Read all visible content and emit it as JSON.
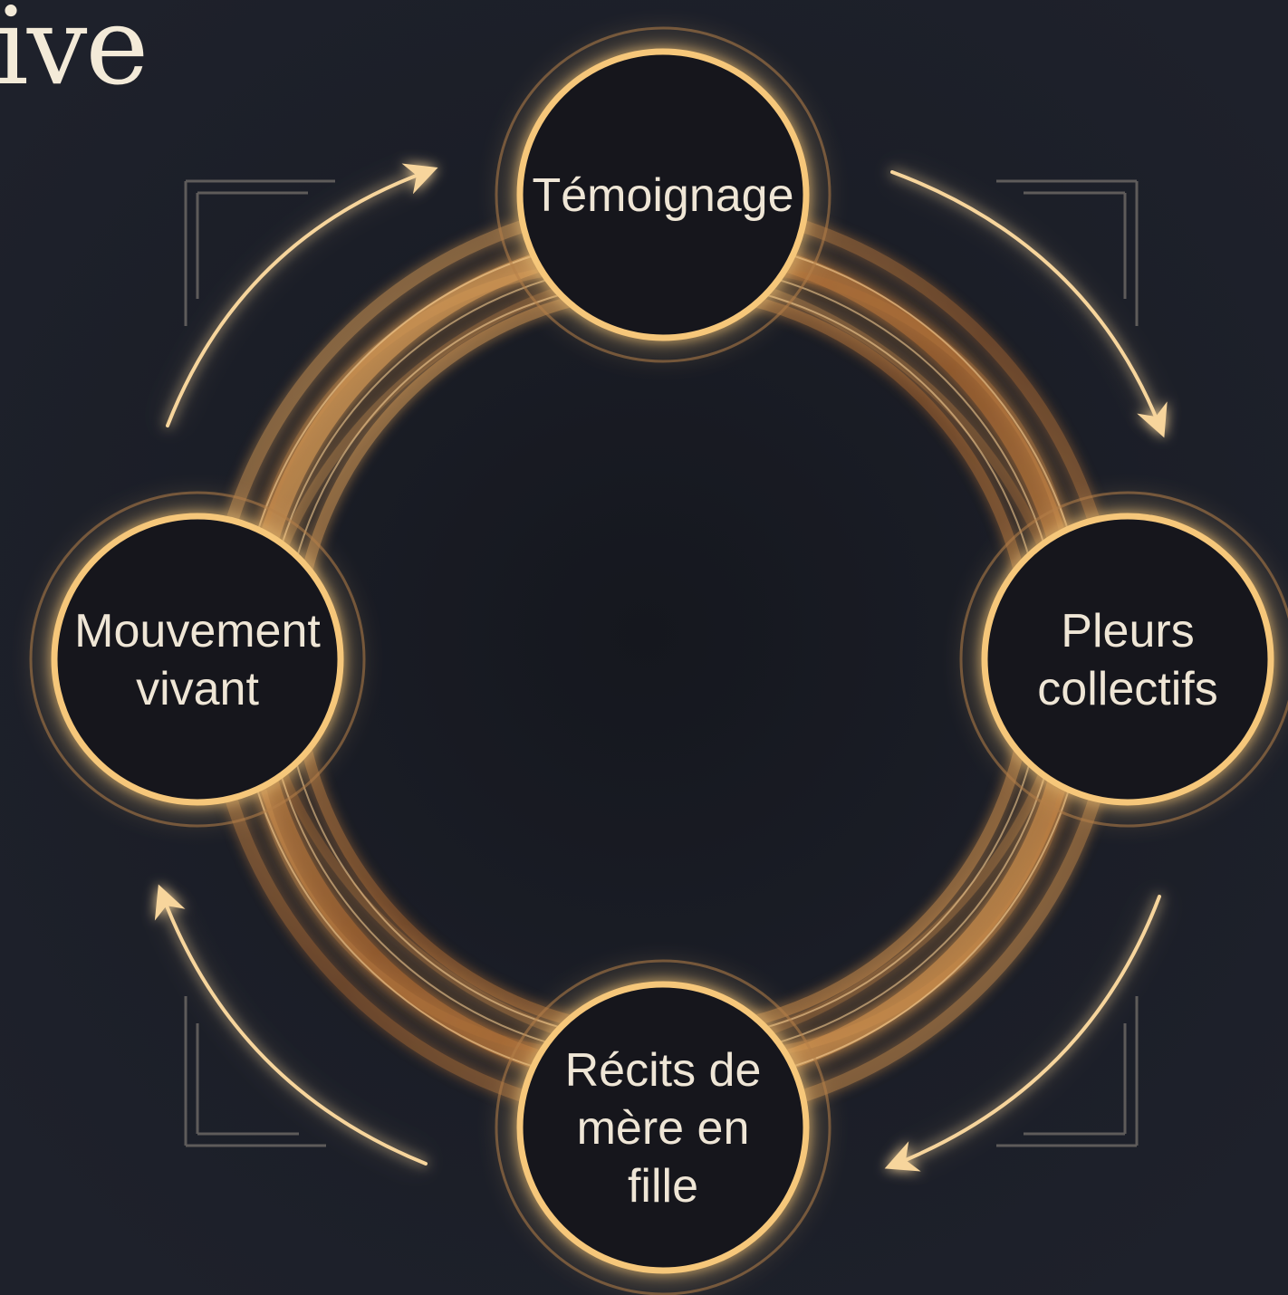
{
  "header": {
    "title_fragment": "ive"
  },
  "diagram": {
    "type": "cycle",
    "direction": "clockwise",
    "colors": {
      "background": "#1b1e27",
      "node_fill": "#15161c",
      "node_ring": "#f6c77a",
      "ring_band": "#c98a45",
      "arrow": "#f7d59c",
      "bracket": "#6f6a66",
      "text": "#efe6d6"
    },
    "nodes": [
      {
        "id": "temoignage",
        "lines": [
          "Témoignage"
        ]
      },
      {
        "id": "pleurs",
        "lines": [
          "Pleurs",
          "collectifs"
        ]
      },
      {
        "id": "recits",
        "lines": [
          "Récits de",
          "mère en",
          "fille"
        ]
      },
      {
        "id": "mouvement",
        "lines": [
          "Mouvement",
          "vivant"
        ]
      }
    ],
    "edges": [
      {
        "from": "temoignage",
        "to": "pleurs"
      },
      {
        "from": "pleurs",
        "to": "recits"
      },
      {
        "from": "recits",
        "to": "mouvement"
      },
      {
        "from": "mouvement",
        "to": "temoignage"
      }
    ]
  }
}
